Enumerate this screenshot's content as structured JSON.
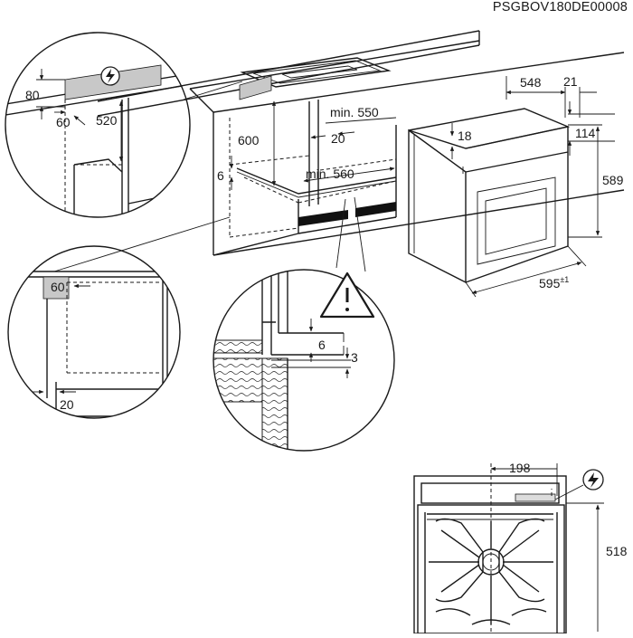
{
  "document_code": "PSGBOV180DE00008",
  "labels": {
    "d80": "80",
    "d60a": "60",
    "d520": "520",
    "d600": "600",
    "d6a": "6",
    "dmin550": "min. 550",
    "d20a": "20",
    "dmin560": "min. 560",
    "d548": "548",
    "d21": "21",
    "d114": "114",
    "d18": "18",
    "d589": "589",
    "d595": "595",
    "d595tol": "±1",
    "d60b": "60",
    "d20b": "20",
    "d6b": "6",
    "d3": "3",
    "d198": "198",
    "d518": "518"
  },
  "icons": {
    "electric": "electric-connection-icon",
    "warning": "warning-triangle-icon"
  }
}
